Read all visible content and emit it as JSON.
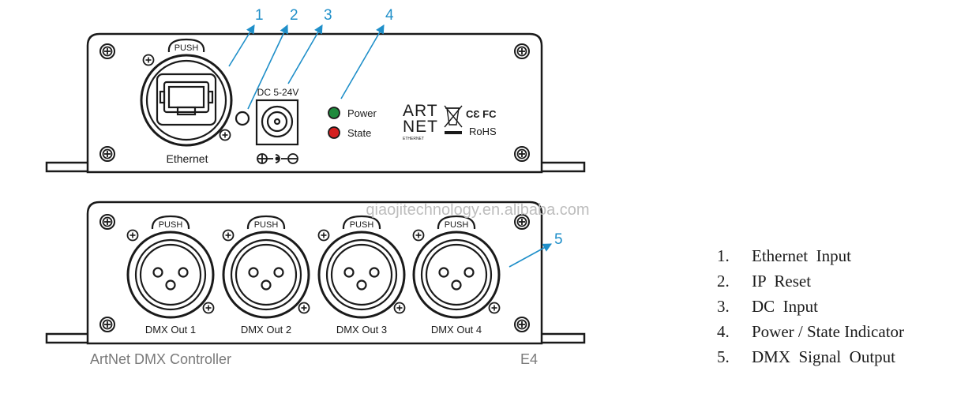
{
  "callouts": [
    "1",
    "2",
    "3",
    "4",
    "5"
  ],
  "front_panel": {
    "push_label": "PUSH",
    "ethernet_label": "Ethernet",
    "dc_label": "DC 5-24V",
    "power_label": "Power",
    "state_label": "State",
    "artnet_logo_top": "ART",
    "artnet_logo_bottom": "NET",
    "artnet_logo_sub": "ETHERNET",
    "ce_fc_mark": "CƐ FC",
    "rohs_label": "RoHS"
  },
  "back_panel": {
    "outputs": [
      {
        "push": "PUSH",
        "label": "DMX Out 1"
      },
      {
        "push": "PUSH",
        "label": "DMX Out 2"
      },
      {
        "push": "PUSH",
        "label": "DMX Out 3"
      },
      {
        "push": "PUSH",
        "label": "DMX Out 4"
      }
    ],
    "product_name": "ArtNet DMX Controller",
    "model": "E4"
  },
  "watermark": "qiaojitechnology.en.alibaba.com",
  "legend": [
    {
      "num": "1.",
      "text": "Ethernet  Input"
    },
    {
      "num": "2.",
      "text": "IP  Reset"
    },
    {
      "num": "3.",
      "text": "DC  Input"
    },
    {
      "num": "4.",
      "text": "Power / State Indicator"
    },
    {
      "num": "5.",
      "text": "DMX  Signal  Output"
    }
  ],
  "colors": {
    "outline": "#1a1a1a",
    "callout": "#1f8fc9",
    "led_power": "#1e8a3c",
    "led_state": "#d62020",
    "watermark": "#bdbdbd"
  }
}
